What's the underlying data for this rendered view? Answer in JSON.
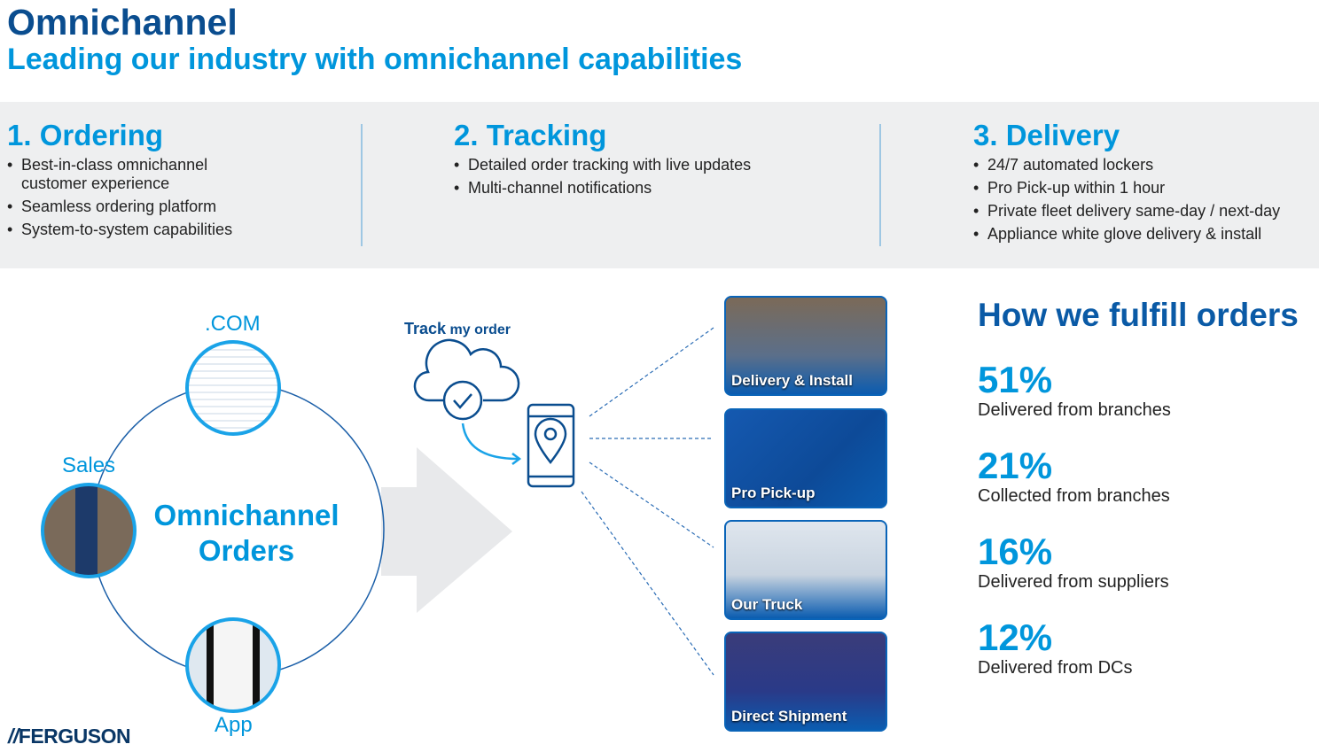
{
  "header": {
    "title": "Omnichannel",
    "subtitle": "Leading our industry with omnichannel capabilities"
  },
  "columns": [
    {
      "heading": "1. Ordering",
      "items": [
        "Best-in-class omnichannel customer experience",
        "Seamless ordering platform",
        "System-to-system capabilities"
      ]
    },
    {
      "heading": "2. Tracking",
      "items": [
        "Detailed order tracking with live updates",
        "Multi-channel notifications"
      ]
    },
    {
      "heading": "3. Delivery",
      "items": [
        "24/7 automated lockers",
        "Pro Pick-up within 1 hour",
        "Private fleet delivery same-day / next-day",
        "Appliance white glove delivery & install"
      ]
    }
  ],
  "diagram": {
    "com": ".COM",
    "sales": "Sales",
    "app": "App",
    "center_line1": "Omnichannel",
    "center_line2": "Orders",
    "track_bold": "Track",
    "track_rest": " my order"
  },
  "cards": [
    "Delivery & Install",
    "Pro Pick-up",
    "Our Truck",
    "Direct Shipment"
  ],
  "fulfill": {
    "title": "How we fulfill orders",
    "stats": [
      {
        "pct": "51%",
        "label": "Delivered from branches"
      },
      {
        "pct": "21%",
        "label": "Collected from branches"
      },
      {
        "pct": "16%",
        "label": "Delivered from suppliers"
      },
      {
        "pct": "12%",
        "label": "Delivered from DCs"
      }
    ]
  },
  "logo": "FERGUSON"
}
